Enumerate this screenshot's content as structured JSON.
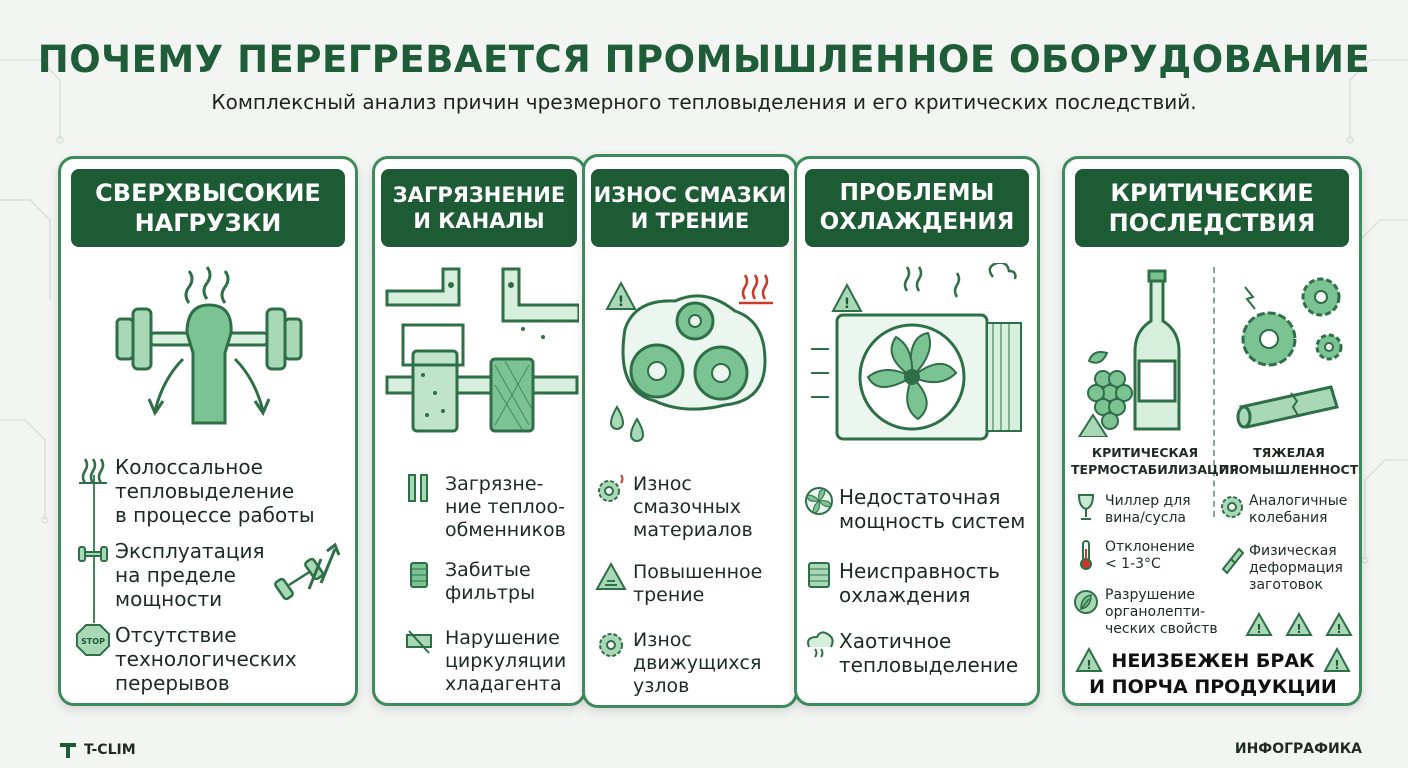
{
  "title": "ПОЧЕМУ ПЕРЕГРЕВАЕТСЯ ПРОМЫШЛЕННОЕ ОБОРУДОВАНИЕ",
  "subtitle": "Комплексный анализ причин чрезмерного тепловыделения и его критических последствий.",
  "panels": [
    {
      "header": "СВЕРХВЫСОКИЕ\nНАГРУЗКИ",
      "items": [
        {
          "icon": "heat-waves-icon",
          "text": "Колоссальное\nтепловыделение\nв процессе работы"
        },
        {
          "icon": "dumbbell-icon",
          "text": "Эксплуатация\nна пределе\nмощности"
        },
        {
          "icon": "stop-sign-icon",
          "stop": "STOP",
          "text": "Отсутствие\nтехнологических\nперерывов"
        }
      ]
    },
    {
      "header": "ЗАГРЯЗНЕНИЕ\nИ КАНАЛЫ",
      "items": [
        {
          "icon": "heat-exchanger-icon",
          "text": "Загрязне-\nние теплоо-\nобменников"
        },
        {
          "icon": "filter-icon",
          "text": "Забитые\nфильтры"
        },
        {
          "icon": "blocked-pipe-icon",
          "text": "Нарушение\nциркуляции\nхладагента"
        }
      ]
    },
    {
      "header": "ИЗНОС СМАЗКИ\nИ ТРЕНИЕ",
      "items": [
        {
          "icon": "gear-heat-icon",
          "text": "Износ\nсмазочных\nматериалов"
        },
        {
          "icon": "warning-friction-icon",
          "text": "Повышенное\nтрение"
        },
        {
          "icon": "gear-wear-icon",
          "text": "Износ\nдвижущихся\nузлов"
        }
      ]
    },
    {
      "header": "ПРОБЛЕМЫ\nОХЛАЖДЕНИЯ",
      "items": [
        {
          "icon": "fan-icon",
          "text": "Недостаточная\nмощность систем"
        },
        {
          "icon": "radiator-icon",
          "text": "Неисправность\nохлаждения"
        },
        {
          "icon": "chaotic-heat-icon",
          "text": "Хаотичное\nтепловыделение"
        }
      ]
    },
    {
      "header": "КРИТИЧЕСКИЕ\nПОСЛЕДСТВИЯ",
      "left_title": "КРИТИЧЕСКАЯ\nТЕРМОСТАБИЛИЗАЦИЯ",
      "right_title": "ТЯЖЕЛАЯ\nПРОМЫШЛЕННОСТЬ",
      "left_items": [
        {
          "icon": "wine-glass-icon",
          "text": "Чиллер для\nвина/сусла"
        },
        {
          "icon": "thermometer-icon",
          "text": "Отклонение\n< 1-3°C"
        },
        {
          "icon": "leaf-icon",
          "text": "Разрушение\nорганолепти-\nческих свойств"
        }
      ],
      "right_items": [
        {
          "icon": "gear-icon",
          "text": "Аналогичные\nколебания"
        },
        {
          "icon": "broken-pipe-icon",
          "text": "Физическая\nдеформация\nзаготовок"
        }
      ],
      "conclusion": "НЕИЗБЕЖЕН БРАК\nИ ПОРЧА ПРОДУКЦИИ"
    }
  ],
  "footer": {
    "brand": "T-CLIM",
    "label": "ИНФОГРАФИКА"
  },
  "colors": {
    "dark_green": "#1d5b35",
    "green": "#3d8a5b",
    "light_green": "#8ccba0",
    "red": "#c83a2a"
  }
}
